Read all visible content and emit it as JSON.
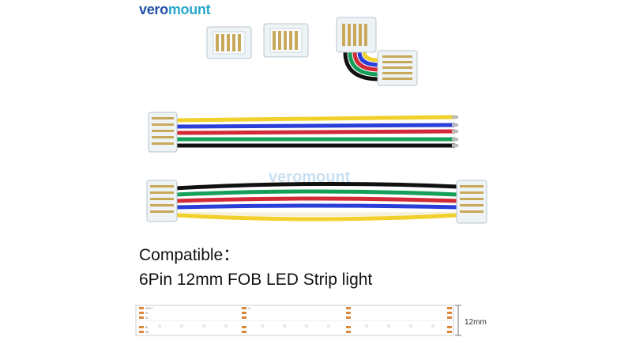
{
  "brand": {
    "part1": "vero",
    "part2": "mount"
  },
  "watermark": "veromount",
  "heading": {
    "compatible": "Compatible：",
    "product": "6Pin 12mm FOB LED Strip light"
  },
  "strip": {
    "width_label": "12mm",
    "pad_labels": [
      "24V+",
      "R-",
      "G-",
      "B-",
      "W-",
      "C-"
    ]
  },
  "wire_colors": [
    "#f2d02c",
    "#2a3fd8",
    "#d22a36",
    "#15a05a",
    "#111111",
    "#f7f1dc"
  ]
}
